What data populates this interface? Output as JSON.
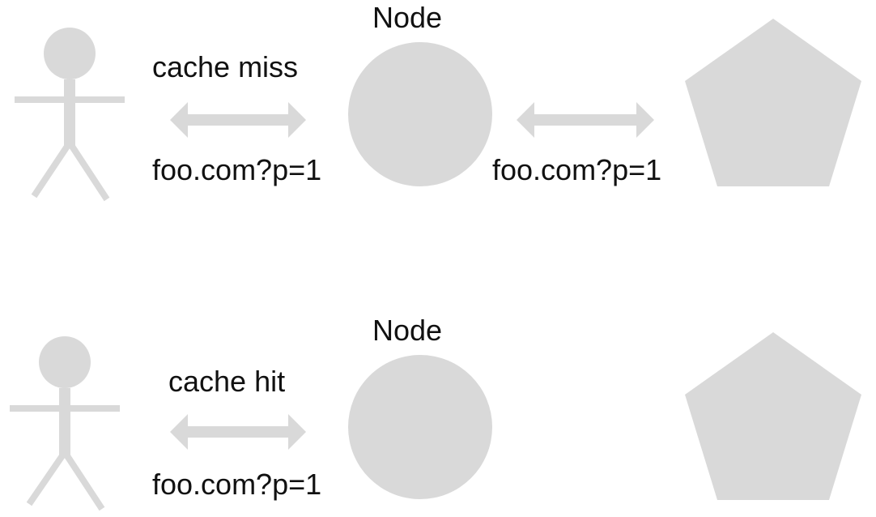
{
  "colors": {
    "shape": "#d9d9d9",
    "text": "#111111",
    "background": "#ffffff"
  },
  "rows": [
    {
      "node_label": "Node",
      "cache_label": "cache miss",
      "left_request": "foo.com?p=1",
      "right_request": "foo.com?p=1",
      "icons": [
        "user-stick-figure-icon",
        "node-circle-icon",
        "origin-pentagon-icon",
        "double-arrow-icon"
      ]
    },
    {
      "node_label": "Node",
      "cache_label": "cache hit",
      "left_request": "foo.com?p=1",
      "icons": [
        "user-stick-figure-icon",
        "node-circle-icon",
        "origin-pentagon-icon",
        "double-arrow-icon"
      ]
    }
  ]
}
